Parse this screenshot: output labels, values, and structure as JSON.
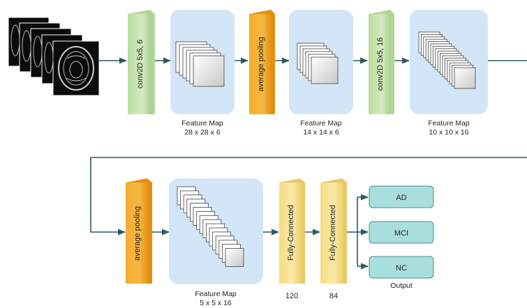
{
  "row1": {
    "layer1_label": "conv2D 5x5, 6",
    "pool1_label": "average pooling",
    "layer2_label": "conv2D 5x5, 16",
    "fmap1": {
      "title": "Feature Map",
      "dims": "28 x 28 x 6"
    },
    "fmap2": {
      "title": "Feature Map",
      "dims": "14 x 14 x 6"
    },
    "fmap3": {
      "title": "Feature Map",
      "dims": "10 x 10 x 16"
    }
  },
  "row2": {
    "pool2_label": "average pooling",
    "fmap4": {
      "title": "Feature Map",
      "dims": "5 x 5 x 16"
    },
    "fc1": {
      "label": "Fully-Connected",
      "units": "120"
    },
    "fc2": {
      "label": "Fully-Connected",
      "units": "84"
    }
  },
  "outputs": {
    "classes": [
      "AD",
      "MCI",
      "NC"
    ],
    "caption": "Output"
  },
  "colors": {
    "conv_green": "#cfe6b8",
    "pool_orange": "#f2a01d",
    "fc_yellow": "#f7df8a",
    "fmap_blue": "#d3e6f7",
    "output_teal": "#a9dede",
    "arrow": "#2e5a62"
  }
}
